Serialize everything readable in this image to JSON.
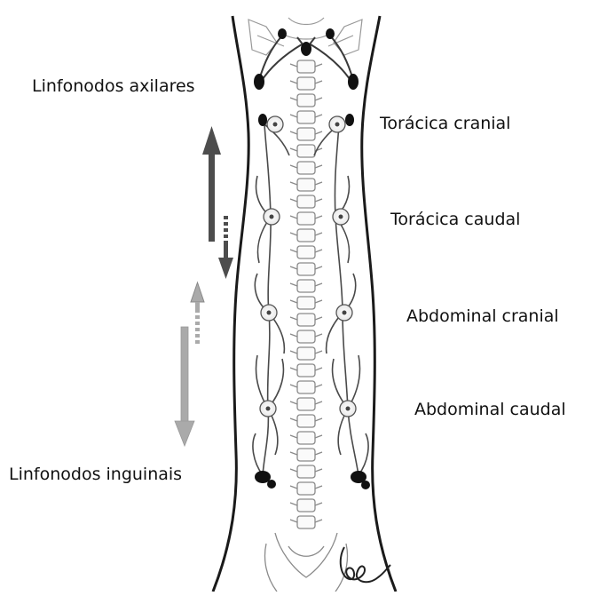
{
  "labels": {
    "axillary_nodes": "Linfonodos axilares",
    "cranial_thoracic": "Torácica cranial",
    "caudal_thoracic": "Torácica caudal",
    "cranial_abdominal": "Abdominal cranial",
    "caudal_abdominal": "Abdominal caudal",
    "inguinal_nodes": "Linfonodos inguinais"
  },
  "colors": {
    "outline": "#1a1a1a",
    "lymph_vessel": "#4a4a4a",
    "skeleton": "#8a8a8a",
    "node_fill": "#111111",
    "arrow_cranial": "#4d4d4d",
    "arrow_caudal": "#aaaaaa"
  },
  "icons": {
    "cranial_flow": "arrow-up-solid",
    "caudal_flow": "arrow-down-solid"
  }
}
